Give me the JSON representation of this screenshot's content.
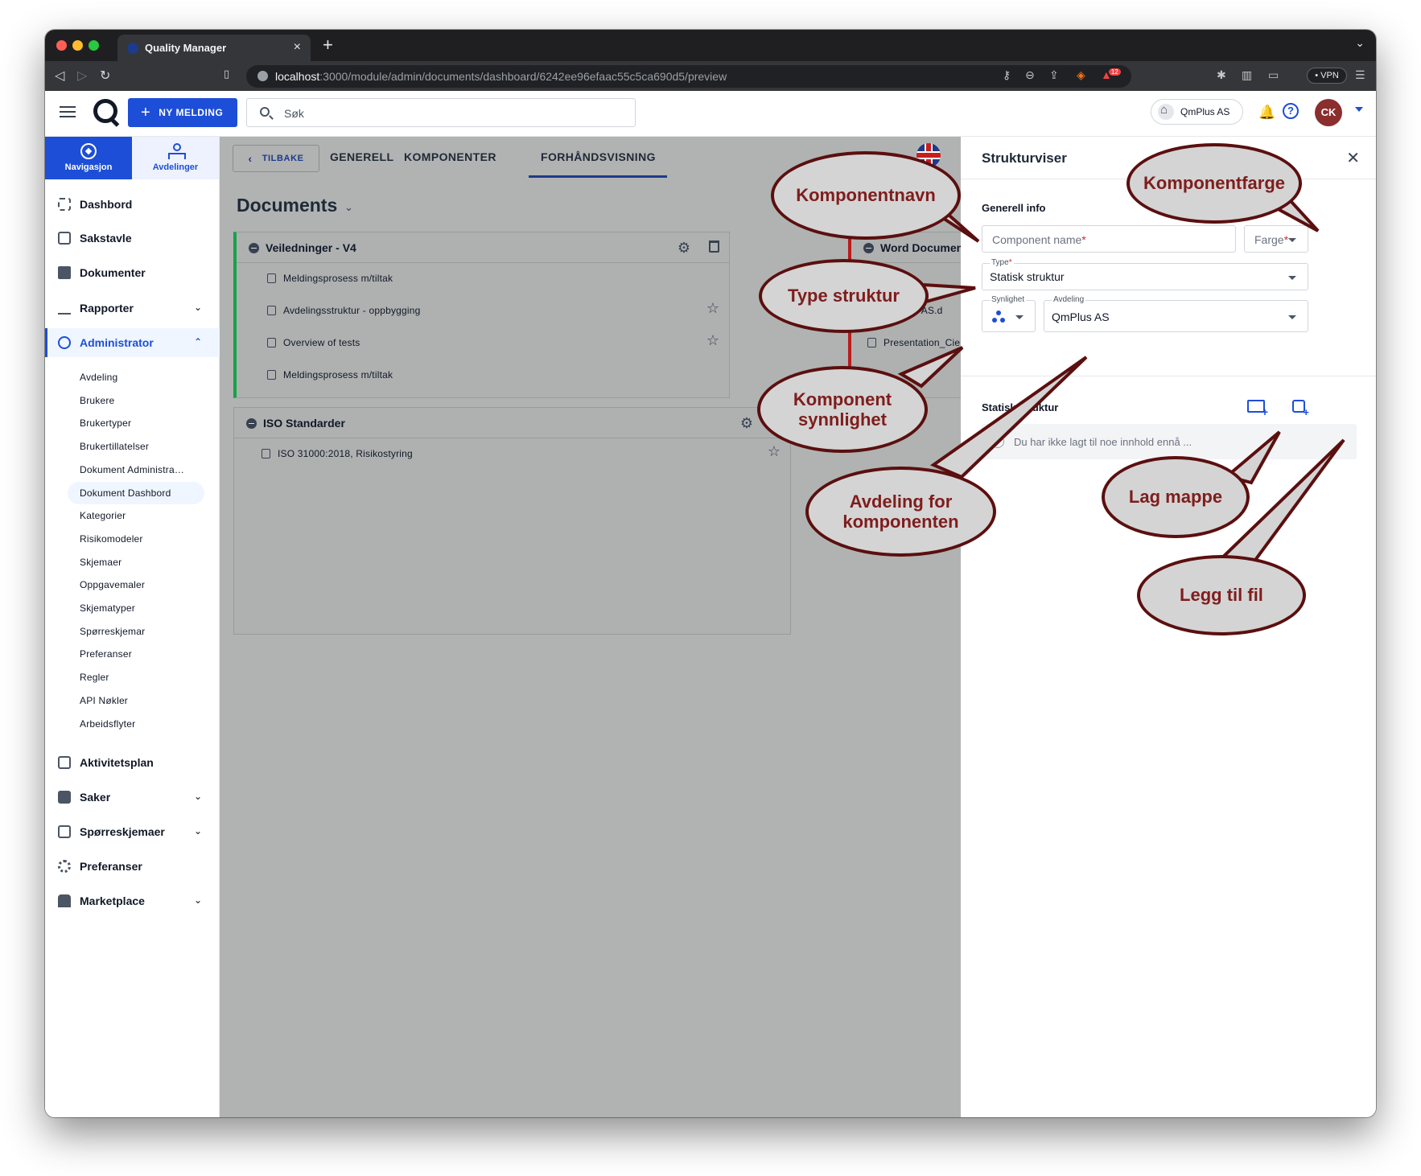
{
  "browser": {
    "tab_title": "Quality Manager",
    "tab_close": "×",
    "new_tab": "+",
    "url_host": "localhost",
    "url_path": ":3000/module/admin/documents/dashboard/6242ee96efaac55c5ca690d5/preview",
    "vpn_label": "VPN",
    "notification_count": "12"
  },
  "header": {
    "new_message_label": "NY MELDING",
    "search_placeholder": "Søk",
    "org_label": "QmPlus AS",
    "avatar_initials": "CK",
    "help_label": "?",
    "avatar_color": "#8b2e2e",
    "accent_color": "#1d4ed8"
  },
  "sidebar": {
    "tabs": [
      {
        "label": "Navigasjon",
        "icon": "compass-icon"
      },
      {
        "label": "Avdelinger",
        "icon": "org-chart-icon"
      }
    ],
    "items": [
      {
        "label": "Dashbord",
        "icon": "dashboard-icon",
        "expandable": false
      },
      {
        "label": "Sakstavle",
        "icon": "board-icon",
        "expandable": false
      },
      {
        "label": "Dokumenter",
        "icon": "folder-icon",
        "expandable": false
      },
      {
        "label": "Rapporter",
        "icon": "bar-chart-icon",
        "expandable": true
      },
      {
        "label": "Administrator",
        "icon": "admin-gear-icon",
        "expandable": true
      }
    ],
    "admin_subitems": [
      "Avdeling",
      "Brukere",
      "Brukertyper",
      "Brukertillatelser",
      "Dokument Administra…",
      "Dokument Dashbord",
      "Kategorier",
      "Risikomodeler",
      "Skjemaer",
      "Oppgavemaler",
      "Skjematyper",
      "Spørreskjemar",
      "Preferanser",
      "Regler",
      "API Nøkler",
      "Arbeidsflyter"
    ],
    "bottom_items": [
      {
        "label": "Aktivitetsplan",
        "icon": "calendar-icon",
        "expandable": false
      },
      {
        "label": "Saker",
        "icon": "cases-icon",
        "expandable": true
      },
      {
        "label": "Spørreskjemaer",
        "icon": "clipboard-icon",
        "expandable": true
      },
      {
        "label": "Preferanser",
        "icon": "gear-icon",
        "expandable": false
      },
      {
        "label": "Marketplace",
        "icon": "store-icon",
        "expandable": true
      }
    ]
  },
  "main": {
    "back_label": "TILBAKE",
    "tabs": [
      "GENERELL",
      "KOMPONENTER",
      "FORHÅNDSVISNING"
    ],
    "active_tab": "FORHÅNDSVISNING",
    "title": "Documents",
    "cards": [
      {
        "title": "Veiledninger - V4",
        "rows": [
          "Meldingsprosess m/tiltak",
          "Avdelingsstruktur - oppbygging",
          "Overview of tests",
          "Meldingsprosess m/tiltak"
        ]
      },
      {
        "title": "ISO Standarder",
        "rows": [
          "ISO 31000:2018, Risikostyring"
        ]
      }
    ],
    "partial_card": {
      "title": "Word Documents",
      "rows": [
        "QmPlus AS.d",
        "Presentation_Cie"
      ]
    }
  },
  "panel": {
    "title": "Strukturviser",
    "section_general": "Generell info",
    "component_name_placeholder": "Component name",
    "color_placeholder": "Farge",
    "type_label": "Type",
    "type_value": "Statisk struktur",
    "visibility_label": "Synlighet",
    "department_label": "Avdeling",
    "department_value": "QmPlus AS",
    "structure_label": "Statisk struktur",
    "empty_message": "Du har ikke lagt til noe innhold ennå ..."
  },
  "callouts": {
    "component_name": "Komponentnavn",
    "component_color": "Komponentfarge",
    "type_structure": "Type struktur",
    "visibility": [
      "Komponent",
      "synnlighet"
    ],
    "department": [
      "Avdeling for",
      "komponenten"
    ],
    "create_folder": "Lag mappe",
    "add_file": "Legg til fil",
    "bubble_border_color": "#5b0f0f",
    "bubble_text_color": "#7f1d1d"
  }
}
